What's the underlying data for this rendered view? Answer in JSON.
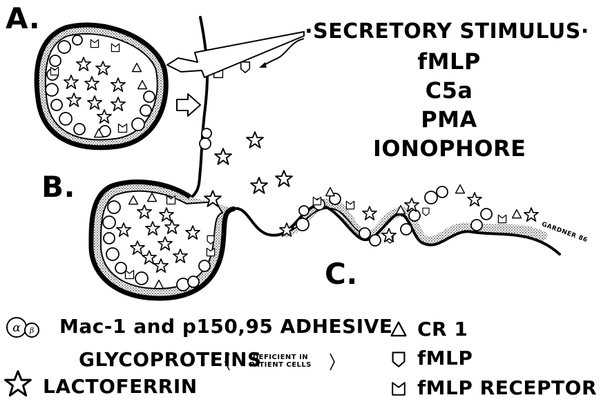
{
  "panel_labels": {
    "a": "A.",
    "b": "B.",
    "c": "C."
  },
  "stimulus": {
    "title": "·SECRETORY STIMULUS·",
    "agents": [
      "fMLP",
      "C5a",
      "PMA",
      "IONOPHORE"
    ]
  },
  "legend": {
    "adhesive_line1": "Mac-1 and p150,95 ADHESIVE",
    "adhesive_line2": "GLYCOPROTEINS",
    "deficient_note_line1": "DEFICIENT IN",
    "deficient_note_line2": "PATIENT CELLS",
    "alpha_symbol": "α",
    "beta_symbol": "β",
    "lactoferrin": "LACTOFERRIN",
    "cr1": "CR 1",
    "fmlp": "fMLP",
    "fmlp_receptor": "fMLP RECEPTOR"
  },
  "signature": "GARDNER 86",
  "colors": {
    "ink": "#000000",
    "paper": "#ffffff",
    "stipple": "#555555"
  }
}
